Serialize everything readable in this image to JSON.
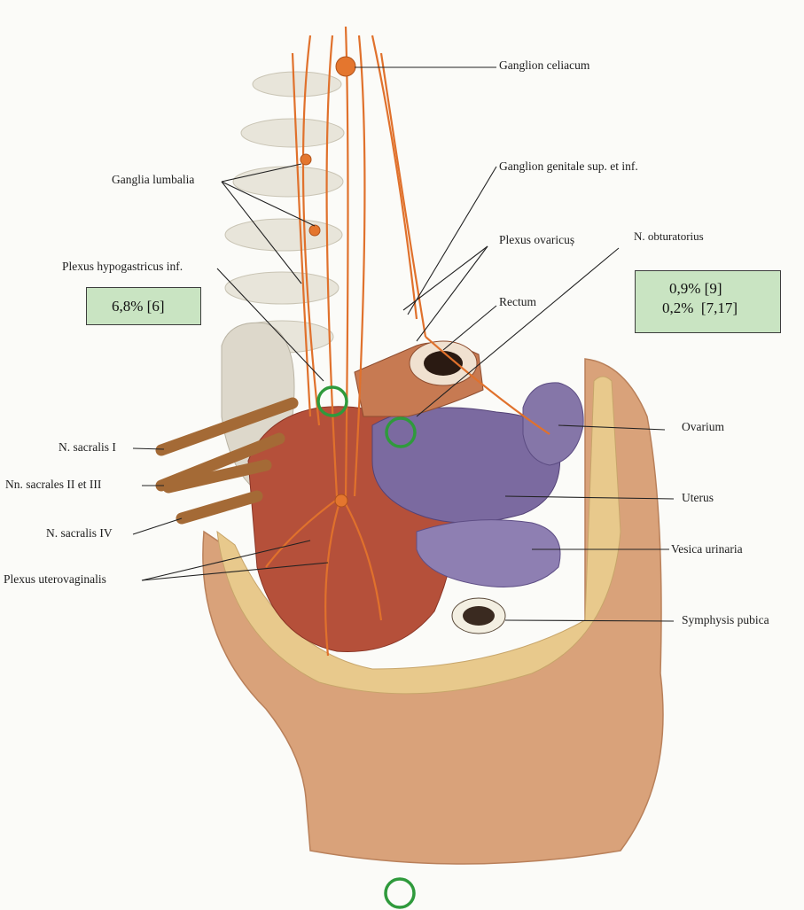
{
  "labels": {
    "ganglion_celiacum": "Ganglion celiacum",
    "ganglion_genitale": "Ganglion genitale sup. et inf.",
    "ganglia_lumbalia": "Ganglia lumbalia",
    "plexus_ovaricus": "Plexus ovaricuș",
    "n_obturatorius": "N. obturatorius",
    "plexus_hypogastricus": "Plexus hypogastricus inf.",
    "rectum": "Rectum",
    "ovarium": "Ovarium",
    "n_sacralis_1": "N. sacralis I",
    "nn_sacrales_2_3": "Nn. sacrales II et III",
    "uterus": "Uterus",
    "n_sacralis_4": "N. sacralis IV",
    "vesica_urinaria": "Vesica urinaria",
    "plexus_uterovaginalis": "Plexus uterovaginalis",
    "symphysis_pubica": "Symphysis pubica"
  },
  "boxes": {
    "left": "6,8% [6]",
    "right_line1": "0,9% [9]",
    "right_line2": "0,2%  [7,17]"
  },
  "colors": {
    "nerve": "#e0712c",
    "marker_circle": "#2f9a3c",
    "box_fill": "#c9e4c2",
    "uterus": "#7b6aa0",
    "muscle": "#b5503a",
    "skin": "#d9a27a",
    "bone": "#e9e6dc"
  }
}
